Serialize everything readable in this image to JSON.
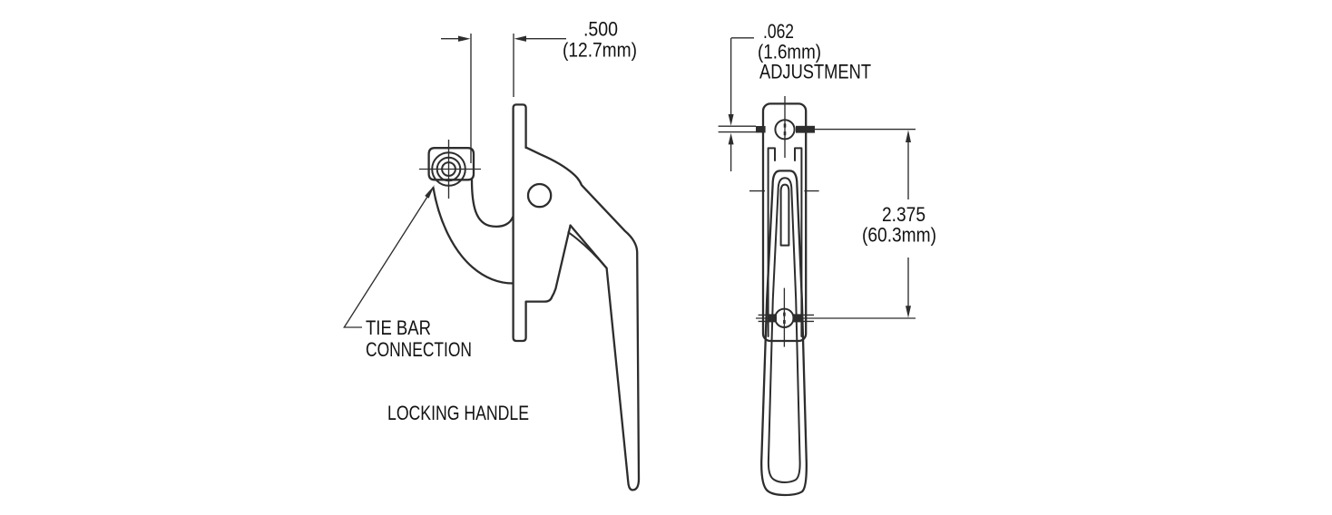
{
  "drawing": {
    "title": "Locking handle technical drawing",
    "background_color": "#ffffff",
    "line_color": "#2d2d2d",
    "text_color": "#121212",
    "left_view": {
      "width_dim_value": ".500",
      "width_dim_metric": "(12.7mm)",
      "callout_line1": "TIE BAR",
      "callout_line2": "CONNECTION",
      "caption": "LOCKING HANDLE"
    },
    "right_view": {
      "adjustment_dim_value": ".062",
      "adjustment_dim_metric": "(1.6mm)",
      "adjustment_label": "ADJUSTMENT",
      "height_dim_value": "2.375",
      "height_dim_metric": "(60.3mm)"
    }
  }
}
